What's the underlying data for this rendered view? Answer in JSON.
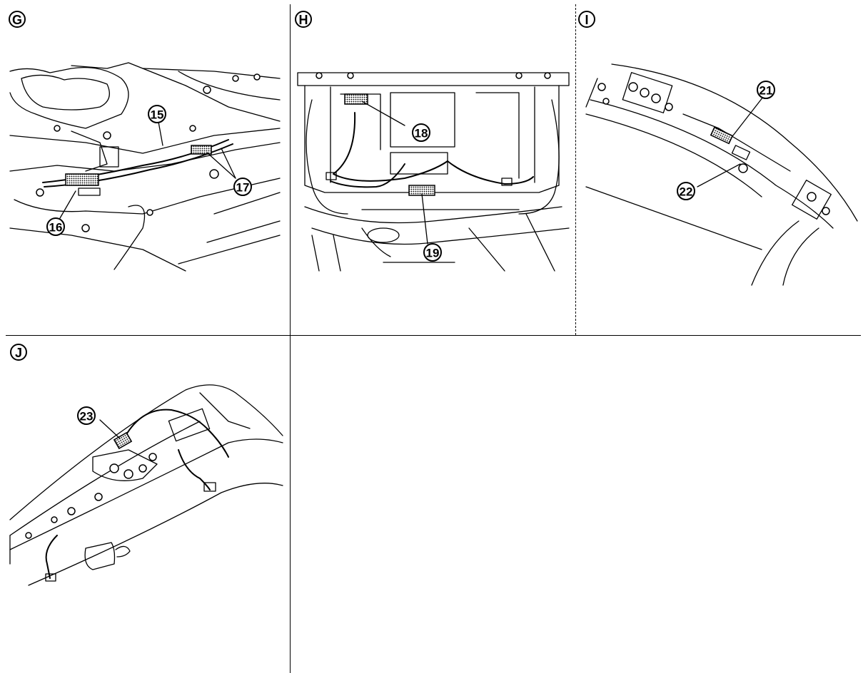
{
  "panels": {
    "g": {
      "label": "G",
      "callouts": [
        "15",
        "16",
        "17"
      ]
    },
    "h": {
      "label": "H",
      "callouts": [
        "18",
        "19"
      ]
    },
    "i": {
      "label": "I",
      "callouts": [
        "21",
        "22"
      ]
    },
    "j": {
      "label": "J",
      "callouts": [
        "23"
      ]
    }
  }
}
